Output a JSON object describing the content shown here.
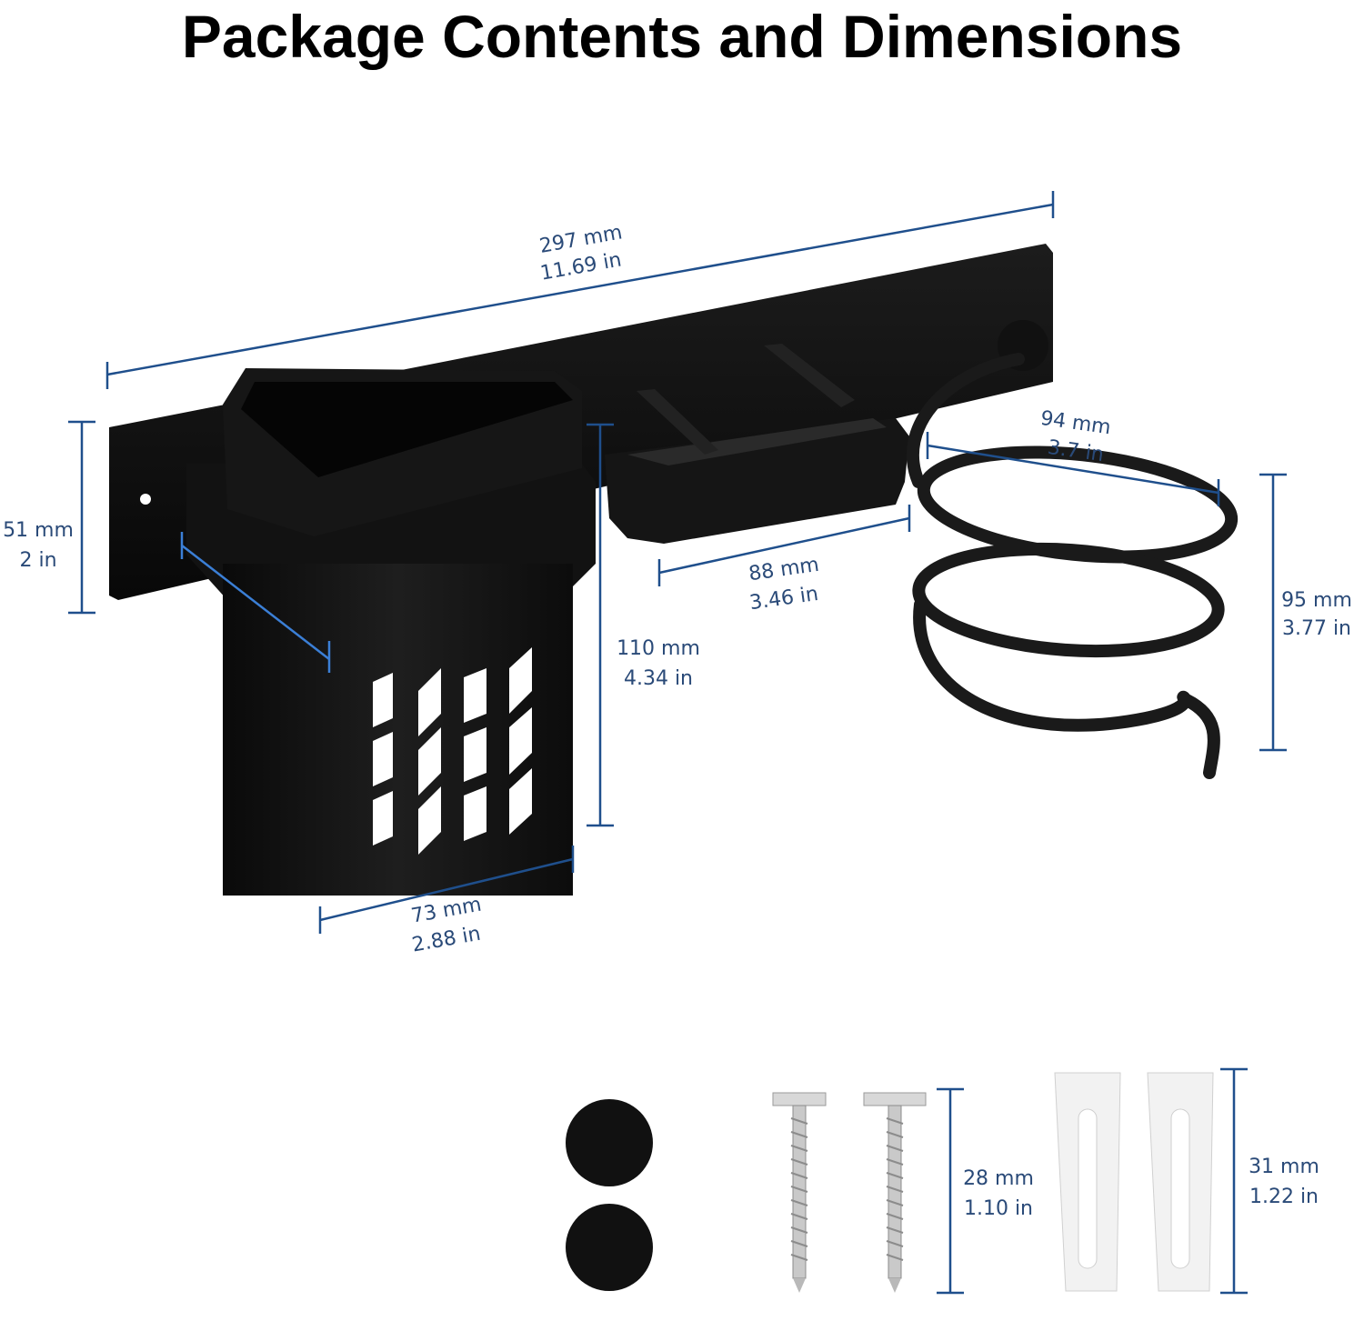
{
  "title": "Package Contents and Dimensions",
  "colors": {
    "dimension_line": "#1f4f8c",
    "dimension_text": "#2a4a78",
    "product": "#111111",
    "anchor": "#f2f2f2"
  },
  "dimensions": {
    "length": {
      "mm": "297 mm",
      "in": "11.69 in"
    },
    "height": {
      "mm": "51 mm",
      "in": "2 in"
    },
    "cup_height": {
      "mm": "110 mm",
      "in": "4.34 in"
    },
    "cup_width": {
      "mm": "73 mm",
      "in": "2.88 in"
    },
    "tray_width": {
      "mm": "88 mm",
      "in": "3.46 in"
    },
    "ring_diameter": {
      "mm": "94 mm",
      "in": "3.7 in"
    },
    "ring_height": {
      "mm": "95 mm",
      "in": "3.77 in"
    },
    "screw_length": {
      "mm": "28 mm",
      "in": "1.10 in"
    },
    "anchor_length": {
      "mm": "31 mm",
      "in": "1.22 in"
    }
  }
}
